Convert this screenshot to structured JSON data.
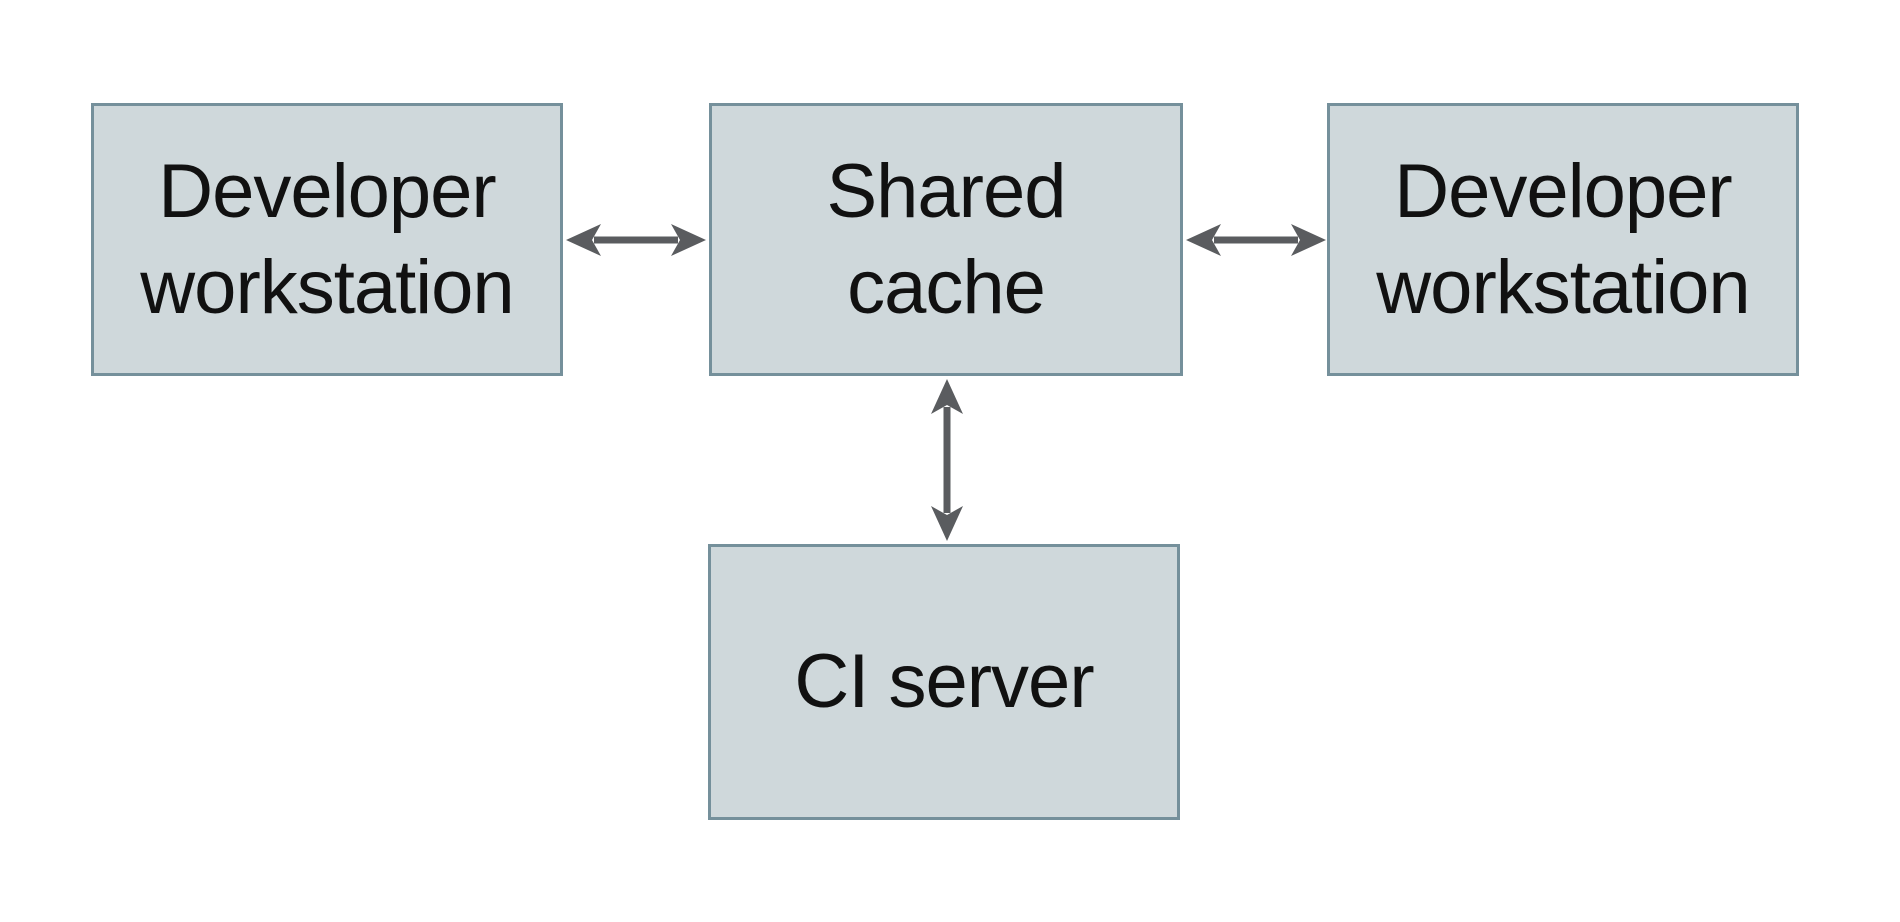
{
  "diagram": {
    "type": "architecture-diagram",
    "nodes": [
      {
        "id": "dev-workstation-left",
        "label": "Developer workstation"
      },
      {
        "id": "shared-cache",
        "label": "Shared cache"
      },
      {
        "id": "dev-workstation-right",
        "label": "Developer workstation"
      },
      {
        "id": "ci-server",
        "label": "CI server"
      }
    ],
    "edges": [
      {
        "from": "dev-workstation-left",
        "to": "shared-cache",
        "type": "bidirectional-arrow"
      },
      {
        "from": "shared-cache",
        "to": "dev-workstation-right",
        "type": "bidirectional-arrow"
      },
      {
        "from": "shared-cache",
        "to": "ci-server",
        "type": "bidirectional-arrow"
      }
    ]
  },
  "colors": {
    "canvas_bg": "#ffffff",
    "box_fill": "#cfd8db",
    "box_border": "#75909b",
    "arrow_color": "#5a5c5f",
    "text_color": "#111111"
  }
}
